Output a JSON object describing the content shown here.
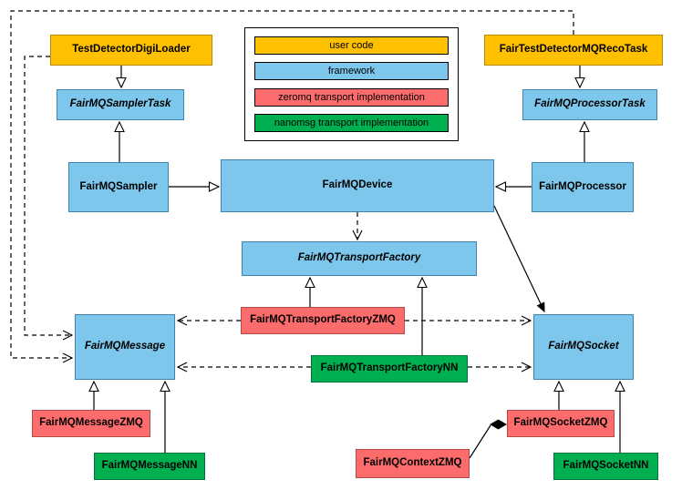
{
  "legend": {
    "items": [
      {
        "label": "user code",
        "color": "#ffc000"
      },
      {
        "label": "framework",
        "color": "#7dc7ec"
      },
      {
        "label": "zeromq transport implementation",
        "color": "#fc6c6c"
      },
      {
        "label": "nanomsg transport implementation",
        "color": "#00b050"
      }
    ]
  },
  "nodes": {
    "testDetectorDigiLoader": {
      "label": "TestDetectorDigiLoader",
      "category": "user code",
      "abstract": false
    },
    "fairTestDetectorMQRecoTask": {
      "label": "FairTestDetectorMQRecoTask",
      "category": "user code",
      "abstract": false
    },
    "fairMQSamplerTask": {
      "label": "FairMQSamplerTask",
      "category": "framework",
      "abstract": true
    },
    "fairMQProcessorTask": {
      "label": "FairMQProcessorTask",
      "category": "framework",
      "abstract": true
    },
    "fairMQSampler": {
      "label": "FairMQSampler",
      "category": "framework",
      "abstract": false
    },
    "fairMQDevice": {
      "label": "FairMQDevice",
      "category": "framework",
      "abstract": false
    },
    "fairMQProcessor": {
      "label": "FairMQProcessor",
      "category": "framework",
      "abstract": false
    },
    "fairMQTransportFactory": {
      "label": "FairMQTransportFactory",
      "category": "framework",
      "abstract": true
    },
    "fairMQTransportFactoryZMQ": {
      "label": "FairMQTransportFactoryZMQ",
      "category": "zeromq",
      "abstract": false
    },
    "fairMQTransportFactoryNN": {
      "label": "FairMQTransportFactoryNN",
      "category": "nanomsg",
      "abstract": false
    },
    "fairMQMessage": {
      "label": "FairMQMessage",
      "category": "framework",
      "abstract": true
    },
    "fairMQSocket": {
      "label": "FairMQSocket",
      "category": "framework",
      "abstract": true
    },
    "fairMQMessageZMQ": {
      "label": "FairMQMessageZMQ",
      "category": "zeromq",
      "abstract": false
    },
    "fairMQMessageNN": {
      "label": "FairMQMessageNN",
      "category": "nanomsg",
      "abstract": false
    },
    "fairMQContextZMQ": {
      "label": "FairMQContextZMQ",
      "category": "zeromq",
      "abstract": false
    },
    "fairMQSocketZMQ": {
      "label": "FairMQSocketZMQ",
      "category": "zeromq",
      "abstract": false
    },
    "fairMQSocketNN": {
      "label": "FairMQSocketNN",
      "category": "nanomsg",
      "abstract": false
    }
  },
  "edges": [
    {
      "from": "TestDetectorDigiLoader",
      "to": "FairMQSamplerTask",
      "type": "inheritance"
    },
    {
      "from": "FairMQSampler",
      "to": "FairMQSamplerTask",
      "type": "inheritance"
    },
    {
      "from": "FairMQSampler",
      "to": "FairMQDevice",
      "type": "inheritance"
    },
    {
      "from": "FairMQProcessor",
      "to": "FairMQDevice",
      "type": "inheritance"
    },
    {
      "from": "FairTestDetectorMQRecoTask",
      "to": "FairMQProcessorTask",
      "type": "inheritance"
    },
    {
      "from": "FairMQProcessor",
      "to": "FairMQProcessorTask",
      "type": "inheritance"
    },
    {
      "from": "FairMQDevice",
      "to": "FairMQTransportFactory",
      "type": "dependency"
    },
    {
      "from": "FairMQTransportFactoryZMQ",
      "to": "FairMQTransportFactory",
      "type": "inheritance"
    },
    {
      "from": "FairMQTransportFactoryNN",
      "to": "FairMQTransportFactory",
      "type": "inheritance"
    },
    {
      "from": "FairMQTransportFactoryZMQ",
      "to": "FairMQMessage",
      "type": "dependency"
    },
    {
      "from": "FairMQTransportFactoryNN",
      "to": "FairMQMessage",
      "type": "dependency"
    },
    {
      "from": "FairMQTransportFactoryZMQ",
      "to": "FairMQSocket",
      "type": "dependency"
    },
    {
      "from": "FairMQTransportFactoryNN",
      "to": "FairMQSocket",
      "type": "dependency"
    },
    {
      "from": "FairMQDevice",
      "to": "FairMQSocket",
      "type": "association"
    },
    {
      "from": "TestDetectorDigiLoader",
      "to": "FairMQMessage",
      "type": "dependency"
    },
    {
      "from": "FairTestDetectorMQRecoTask",
      "to": "FairMQMessage",
      "type": "dependency"
    },
    {
      "from": "FairMQMessageZMQ",
      "to": "FairMQMessage",
      "type": "inheritance"
    },
    {
      "from": "FairMQMessageNN",
      "to": "FairMQMessage",
      "type": "inheritance"
    },
    {
      "from": "FairMQSocketZMQ",
      "to": "FairMQSocket",
      "type": "inheritance"
    },
    {
      "from": "FairMQSocketNN",
      "to": "FairMQSocket",
      "type": "inheritance"
    },
    {
      "from": "FairMQContextZMQ",
      "to": "FairMQSocketZMQ",
      "type": "composition"
    }
  ]
}
